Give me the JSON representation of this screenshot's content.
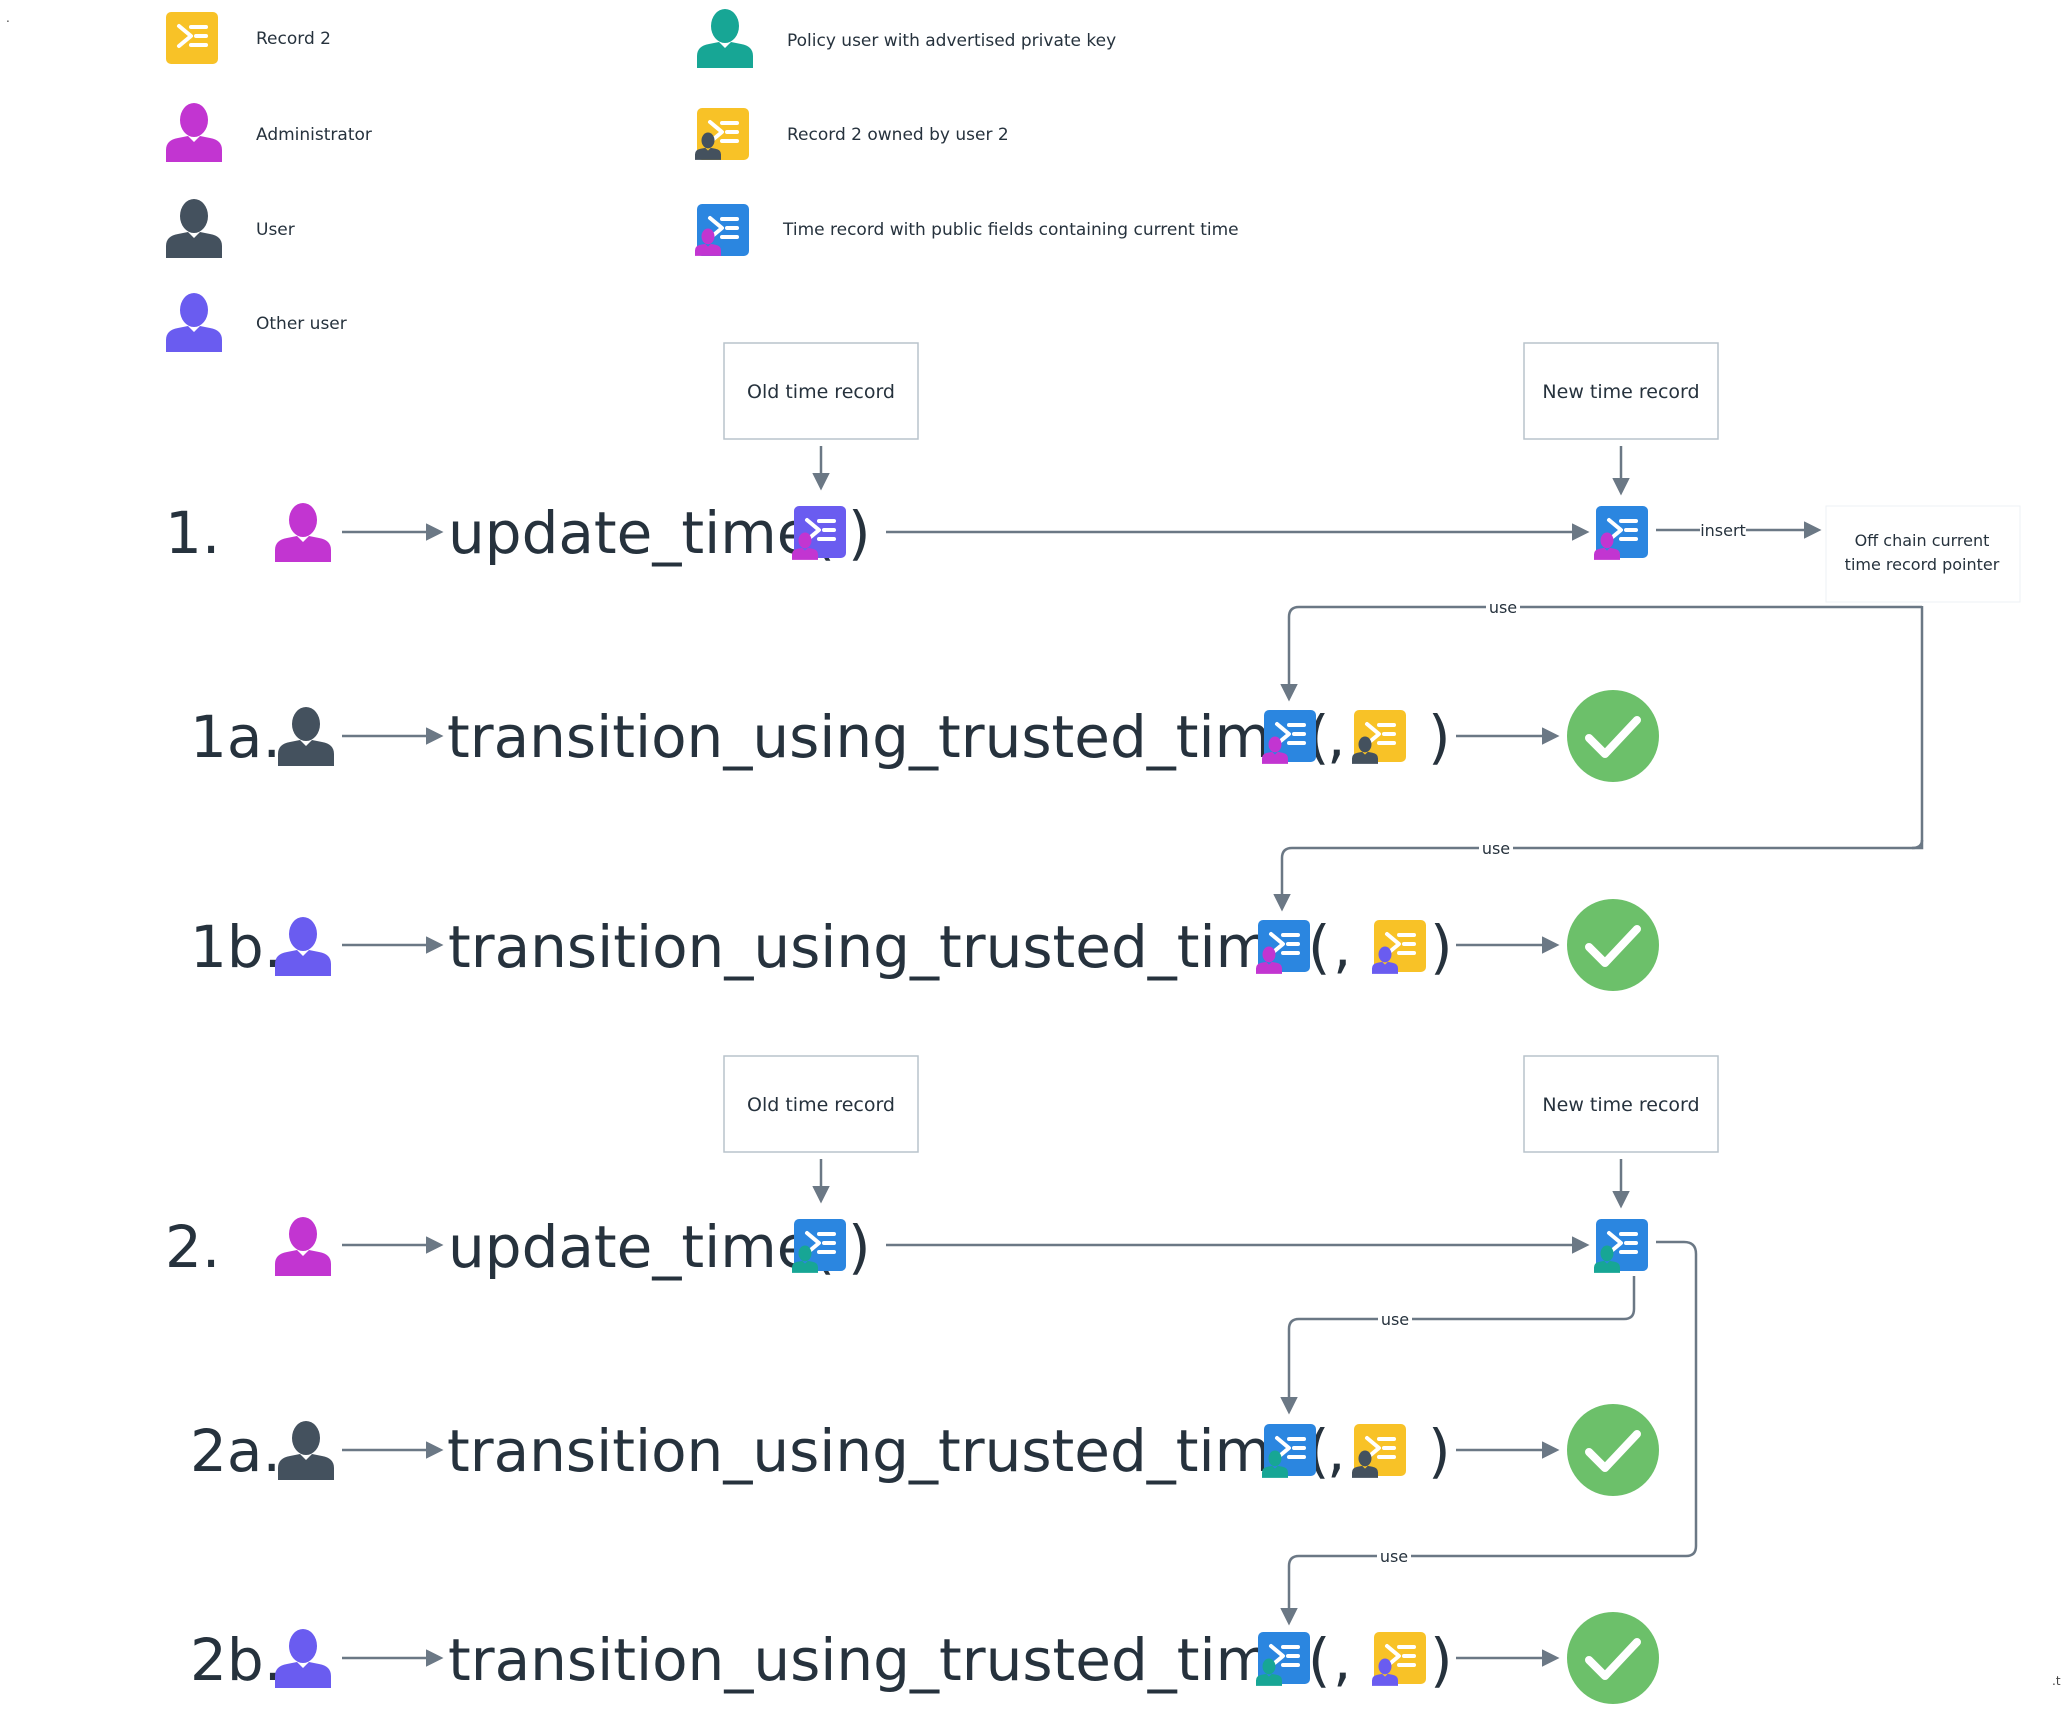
{
  "colors": {
    "record_yellow": "#f8c227",
    "time_blue": "#2b86e0",
    "admin_magenta": "#c235d1",
    "user_dark": "#44515e",
    "other_user_purple": "#6a5cf0",
    "policy_teal": "#17a695",
    "check_green": "#6cc06a",
    "old_record_purple": "#6a5cf0",
    "arrow_gray": "#6b7885"
  },
  "legend": {
    "record2": "Record 2",
    "administrator": "Administrator",
    "user": "User",
    "other_user": "Other user",
    "policy_user": "Policy user with advertised private key",
    "record2_owned": "Record 2 owned by user 2",
    "time_record": "Time record with public fields containing current time"
  },
  "boxes": {
    "old_time_record": "Old time record",
    "new_time_record": "New time record",
    "offchain_line1": "Off chain current",
    "offchain_line2": "time record pointer"
  },
  "edge_labels": {
    "insert": "insert",
    "use": "use"
  },
  "steps": {
    "s1": "1.",
    "s1a": "1a.",
    "s1b": "1b.",
    "s2": "2.",
    "s2a": "2a.",
    "s2b": "2b."
  },
  "functions": {
    "update_time": "update_time(",
    "transition": "transition_using_trusted_time(",
    "close_paren": ")",
    "comma": ","
  },
  "corner_marks": {
    "top_left": ".",
    "bottom_right": ".t"
  },
  "icons": {
    "record": "record-icon",
    "person": "person-icon",
    "check": "checkmark-icon"
  }
}
